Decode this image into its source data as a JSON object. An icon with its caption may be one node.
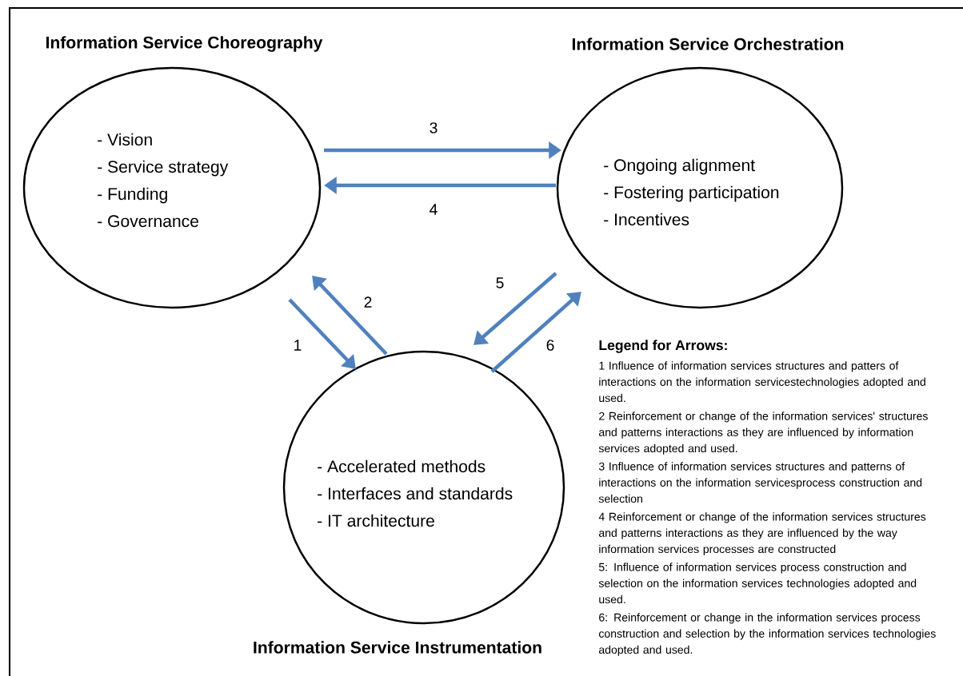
{
  "diagram": {
    "nodes": [
      {
        "text": [
          "Information Service Choreography",
          "- Vision",
          "- Service strategy",
          "- Funding",
          "- Governance"
        ]
      },
      {
        "text": [
          "Information Service Orchestration",
          "- Ongoing alignment",
          "- Fostering participation",
          "- Incentives"
        ]
      },
      {
        "text": [
          "- Accelerated methods",
          "- Interfaces and standards",
          "- IT architecture",
          "Information Service Instrumentation"
        ]
      }
    ],
    "edges": [
      {
        "from": 0,
        "to": 2,
        "arrow": "to",
        "label": "1"
      },
      {
        "from": 2,
        "to": 0,
        "arrow": "to",
        "label": "2"
      },
      {
        "from": 0,
        "to": 1,
        "arrow": "to",
        "label": "3"
      },
      {
        "from": 1,
        "to": 0,
        "arrow": "to",
        "label": "4"
      },
      {
        "from": 1,
        "to": 2,
        "arrow": "to",
        "label": "5"
      },
      {
        "from": 2,
        "to": 1,
        "arrow": "to",
        "label": "6"
      }
    ],
    "labels": [
      "Legend for Arrows:",
      "1 Influence of information services structures and patters of interactions on the information servicestechnologies adopted and used.",
      "2 Reinforcement or change of the information services' structures and patterns interactions as they are influenced by information services adopted and used.",
      "3 Influence of information services structures and patterns of interactions on the information servicesprocess construction and selection",
      "4 Reinforcement or change of the information services structures and patterns interactions as they are influenced by the way information services processes are constructed",
      "5: Influence of information services process construction and selection on the information services technologies adopted and used.",
      "6: Reinforcement or change in the information services process construction and selection by the information services technologies adopted and used."
    ]
  }
}
